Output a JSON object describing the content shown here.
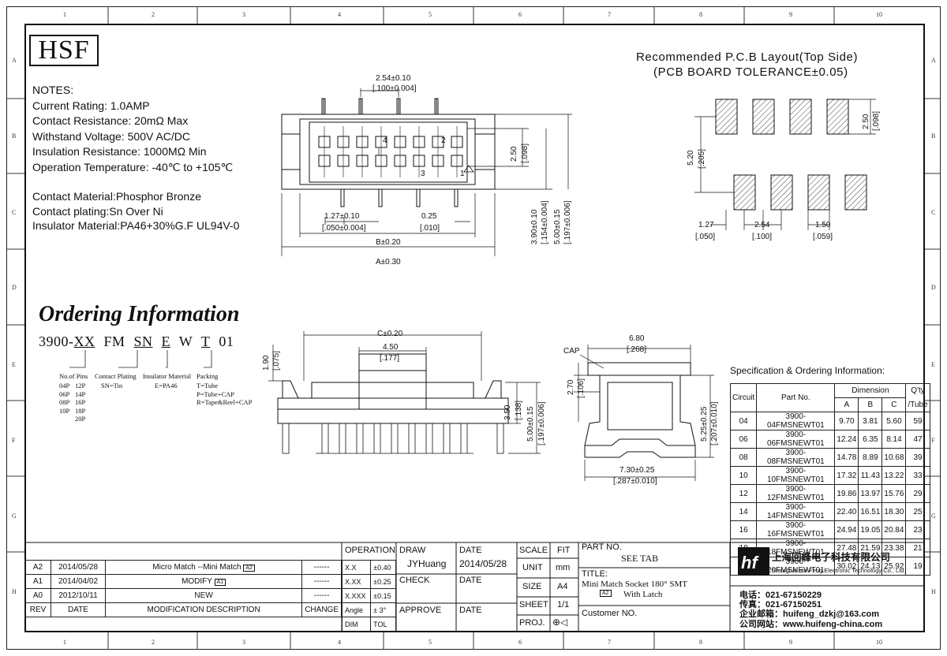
{
  "grid": {
    "columns": [
      "1",
      "2",
      "3",
      "4",
      "5",
      "6",
      "7",
      "8",
      "9",
      "10"
    ],
    "rows": [
      "A",
      "B",
      "C",
      "D",
      "E",
      "F",
      "G",
      "H"
    ]
  },
  "logo": "HSF",
  "notes": {
    "heading": "NOTES:",
    "lines": [
      "Current Rating: 1.0AMP",
      "Contact Resistance: 20mΩ Max",
      "Withstand Voltage: 500V AC/DC",
      "Insulation Resistance: 1000MΩ Min",
      "Operation Temperature: -40℃ to +105℃"
    ],
    "material_lines": [
      "Contact Material:Phosphor Bronze",
      "Contact plating:Sn Over Ni",
      "Insulator Material:PA46+30%G.F UL94V-0"
    ]
  },
  "ordering": {
    "title": "Ordering Information",
    "code": [
      "3900-",
      "XX",
      "FM",
      "SN",
      "E",
      "W",
      "T",
      "01"
    ],
    "pins_heading": "No.of Pins",
    "pins": [
      [
        "04P",
        "12P"
      ],
      [
        "06P",
        "14P"
      ],
      [
        "08P",
        "16P"
      ],
      [
        "10P",
        "18P"
      ],
      [
        "",
        "20P"
      ]
    ],
    "plating_heading": "Contact Plating",
    "plating_value": "SN=Tin",
    "insulator_heading": "Insulator Material",
    "insulator_value": "E=PA46",
    "packing_heading": "Packing",
    "packing_values": [
      "T=Tube",
      "P=Tube+CAP",
      "R=Tape&Reel+CAP"
    ]
  },
  "top_view": {
    "dims": {
      "pitch": "2.54±0.10",
      "pitch_in": "[.100±0.004]",
      "half_pitch": "1.27±0.10",
      "half_pitch_in": "[.050±0.004]",
      "lead_w": "0.25",
      "lead_w_in": "[.010]",
      "b": "B±0.20",
      "a": "A±0.30",
      "row": "2.50",
      "row_in": "[.098]",
      "w1": "3.90±0.10",
      "w1_in": "[.154±0.004]",
      "w2": "5.00±0.15",
      "w2_in": "[.197±0.006]"
    },
    "pin_labels": [
      "4",
      "2",
      "3",
      "1"
    ]
  },
  "side_view": {
    "dims": {
      "c": "C±0.20",
      "inner": "4.50",
      "inner_in": "[.177]",
      "h1": "1.90",
      "h1_in": "[.075]",
      "h2": "3.50",
      "h2_in": "[.138]",
      "h3": "5.00±0.15",
      "h3_in": "[.197±0.006]"
    }
  },
  "end_view": {
    "cap": "CAP",
    "top": "6.80",
    "top_in": "[.268]",
    "cap_h": "2.70",
    "cap_h_in": "[.106]",
    "height": "5.25±0.25",
    "height_in": "[.207±0.010]",
    "bottom": "7.30±0.25",
    "bottom_in": "[.287±0.010]"
  },
  "pcb": {
    "title": "Recommended P.C.B Layout(Top Side)",
    "subtitle": "(PCB BOARD TOLERANCE±0.05)",
    "dims": {
      "span": "5.20",
      "span_in": "[.205]",
      "pad": "2.50",
      "pad_in": "[.098]",
      "offset": "1.27",
      "offset_in": "[.050]",
      "pitch": "2.54",
      "pitch_in": "[.100]",
      "pad_w": "1.50",
      "pad_w_in": "[.059]"
    }
  },
  "spec": {
    "title": "Specification & Ordering Information:",
    "headers": {
      "circuit": "Circuit",
      "part": "Part No.",
      "dimension": "Dimension",
      "qty": "Q'ty",
      "qty2": "/Tube",
      "a": "A",
      "b": "B",
      "c": "C"
    },
    "rows": [
      [
        "04",
        "3900-04FMSNEWT01",
        "9.70",
        "3.81",
        "5.60",
        "59"
      ],
      [
        "06",
        "3900-06FMSNEWT01",
        "12.24",
        "6.35",
        "8.14",
        "47"
      ],
      [
        "08",
        "3900-08FMSNEWT01",
        "14.78",
        "8.89",
        "10.68",
        "39"
      ],
      [
        "10",
        "3900-10FMSNEWT01",
        "17.32",
        "11.43",
        "13.22",
        "33"
      ],
      [
        "12",
        "3900-12FMSNEWT01",
        "19.86",
        "13.97",
        "15.76",
        "29"
      ],
      [
        "14",
        "3900-14FMSNEWT01",
        "22.40",
        "16.51",
        "18.30",
        "25"
      ],
      [
        "16",
        "3900-16FMSNEWT01",
        "24.94",
        "19.05",
        "20.84",
        "23"
      ],
      [
        "18",
        "3900-18FMSNEWT01",
        "27.48",
        "21.59",
        "23.38",
        "21"
      ],
      [
        "20",
        "3900-20FMSNEWT01",
        "30.02",
        "24.13",
        "25.92",
        "19"
      ]
    ]
  },
  "revisions": {
    "rows": [
      {
        "rev": "A2",
        "date": "2014/05/28",
        "desc": "Micro Match --Mini Match",
        "mark": "A2",
        "change": "------"
      },
      {
        "rev": "A1",
        "date": "2014/04/02",
        "desc": "MODIFY",
        "mark": "A1",
        "change": "------"
      },
      {
        "rev": "A0",
        "date": "2012/10/11",
        "desc": "NEW",
        "mark": "",
        "change": "------"
      }
    ],
    "headers": {
      "rev": "REV",
      "date": "DATE",
      "desc": "MODIFICATION DESCRIPTION",
      "change": "CHANGE"
    }
  },
  "tolerance": {
    "operation": "OPERATION",
    "rows": [
      [
        "X.X",
        "±0.40"
      ],
      [
        "X.XX",
        "±0.25"
      ],
      [
        "X.XXX",
        "±0.15"
      ],
      [
        "Angle",
        "± 3°"
      ]
    ],
    "dim": "DIM",
    "tol": "TOL"
  },
  "approvals": {
    "draw": "DRAW",
    "draw_name": "JYHuang",
    "date": "DATE",
    "draw_date": "2014/05/28",
    "check": "CHECK",
    "approve": "APPROVE"
  },
  "sheet": {
    "scale": "SCALE",
    "fit": "FIT",
    "unit": "UNIT",
    "unit_val": "mm",
    "size": "SIZE",
    "size_val": "A4",
    "sheet": "SHEET",
    "sheet_val": "1/1",
    "proj": "PROJ."
  },
  "part": {
    "part_no_label": "PART NO.",
    "part_no": "SEE TAB",
    "title_label": "TITLE:",
    "title_1": "Mini Match Socket 180° SMT",
    "title_mark": "A2",
    "title_2": "With Latch",
    "customer": "Customer NO."
  },
  "company": {
    "name_cn": "上海回峰电子科技有限公司",
    "name_en": "Shanghai Hui Feng Electronic Technology Co., Ltd.",
    "tel": "电话：021-67150229",
    "fax": "传真：021-67150251",
    "email": "企业邮箱：huifeng_dzkj@163.com",
    "web": "公司网站：www.huifeng-china.com"
  }
}
